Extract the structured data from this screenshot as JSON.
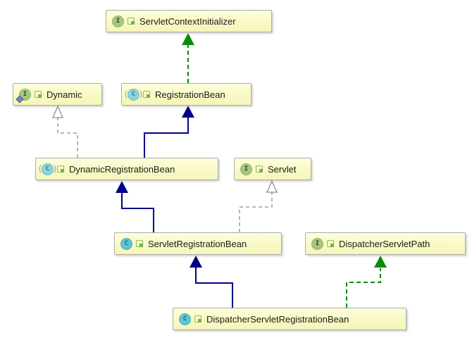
{
  "diagram_type": "uml-class-diagram",
  "icons": {
    "interface_letter": "I",
    "class_letter": "C"
  },
  "colors": {
    "node_fill": "#fafac8",
    "node_border": "#acacac",
    "extends_edge": "#00008b",
    "implements_edge": "#0a8a0a",
    "weak_dependency_edge": "#8c8c8c",
    "interface_icon": "#a3c97e",
    "class_icon": "#5fc4d0"
  },
  "nodes": [
    {
      "label": "ServletContextInitializer",
      "kind": "interface"
    },
    {
      "label": "Dynamic",
      "kind": "interface",
      "nested": true
    },
    {
      "label": "RegistrationBean",
      "kind": "abstract-class"
    },
    {
      "label": "DynamicRegistrationBean",
      "kind": "abstract-class"
    },
    {
      "label": "Servlet",
      "kind": "interface"
    },
    {
      "label": "ServletRegistrationBean",
      "kind": "class"
    },
    {
      "label": "DispatcherServletPath",
      "kind": "interface"
    },
    {
      "label": "DispatcherServletRegistrationBean",
      "kind": "class"
    }
  ],
  "edges": [
    {
      "from": "RegistrationBean",
      "to": "ServletContextInitializer",
      "relation": "implements",
      "style": "green-dashed-solid-arrow"
    },
    {
      "from": "DynamicRegistrationBean",
      "to": "Dynamic",
      "relation": "implements",
      "style": "gray-dashed-open-arrow"
    },
    {
      "from": "DynamicRegistrationBean",
      "to": "RegistrationBean",
      "relation": "extends",
      "style": "blue-solid-solid-arrow"
    },
    {
      "from": "ServletRegistrationBean",
      "to": "DynamicRegistrationBean",
      "relation": "extends",
      "style": "blue-solid-solid-arrow"
    },
    {
      "from": "ServletRegistrationBean",
      "to": "Servlet",
      "relation": "implements",
      "style": "gray-dashed-open-arrow"
    },
    {
      "from": "DispatcherServletRegistrationBean",
      "to": "ServletRegistrationBean",
      "relation": "extends",
      "style": "blue-solid-solid-arrow"
    },
    {
      "from": "DispatcherServletRegistrationBean",
      "to": "DispatcherServletPath",
      "relation": "implements",
      "style": "green-dashed-solid-arrow"
    }
  ]
}
